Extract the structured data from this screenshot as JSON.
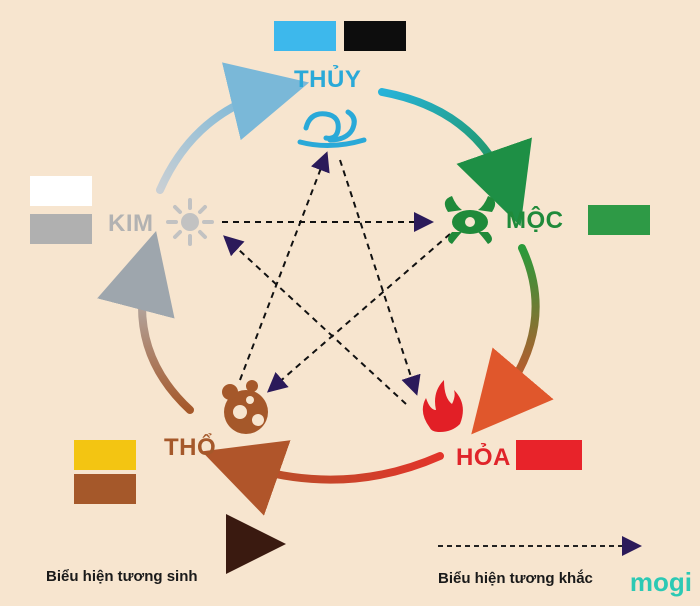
{
  "elements": {
    "thuy": {
      "label": "THỦY",
      "color": "#2aa9d8",
      "swatches": [
        "#3db8ec",
        "#0d0d0d"
      ]
    },
    "moc": {
      "label": "MỘC",
      "color": "#1f8a3a",
      "swatches": [
        "#2e9a46"
      ]
    },
    "hoa": {
      "label": "HỎA",
      "color": "#e0242a",
      "swatches": [
        "#e8232a"
      ]
    },
    "tho": {
      "label": "THỔ",
      "color": "#a5582a",
      "swatches": [
        "#f3c512",
        "#a5582a"
      ]
    },
    "kim": {
      "label": "KIM",
      "color": "#b2b2b2",
      "swatches": [
        "#ffffff",
        "#b0b0b0"
      ]
    }
  },
  "legend": {
    "generating": "Biểu hiện tương sinh",
    "overcoming": "Biểu hiện tương khắc"
  },
  "watermark": "mogi"
}
